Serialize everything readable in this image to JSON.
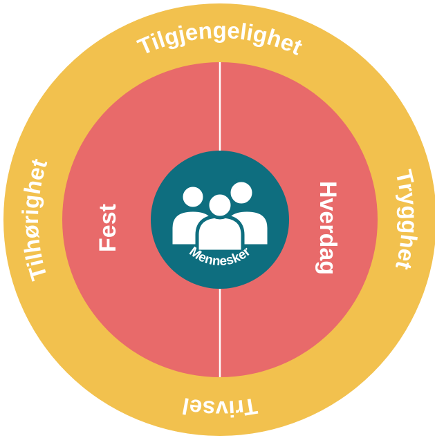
{
  "outer_ring": {
    "top": "Tilgjengelighet",
    "right": "Trygghet",
    "bottom": "Trivsel",
    "left": "Tilhørighet"
  },
  "inner": {
    "left": "Fest",
    "right": "Hverdag"
  },
  "center": {
    "label": "Mennesker",
    "icon": "people-group-icon"
  },
  "colors": {
    "outer": "#F2C14E",
    "inner": "#E86A6A",
    "center": "#0E6E7F",
    "text": "#FFFFFF"
  }
}
